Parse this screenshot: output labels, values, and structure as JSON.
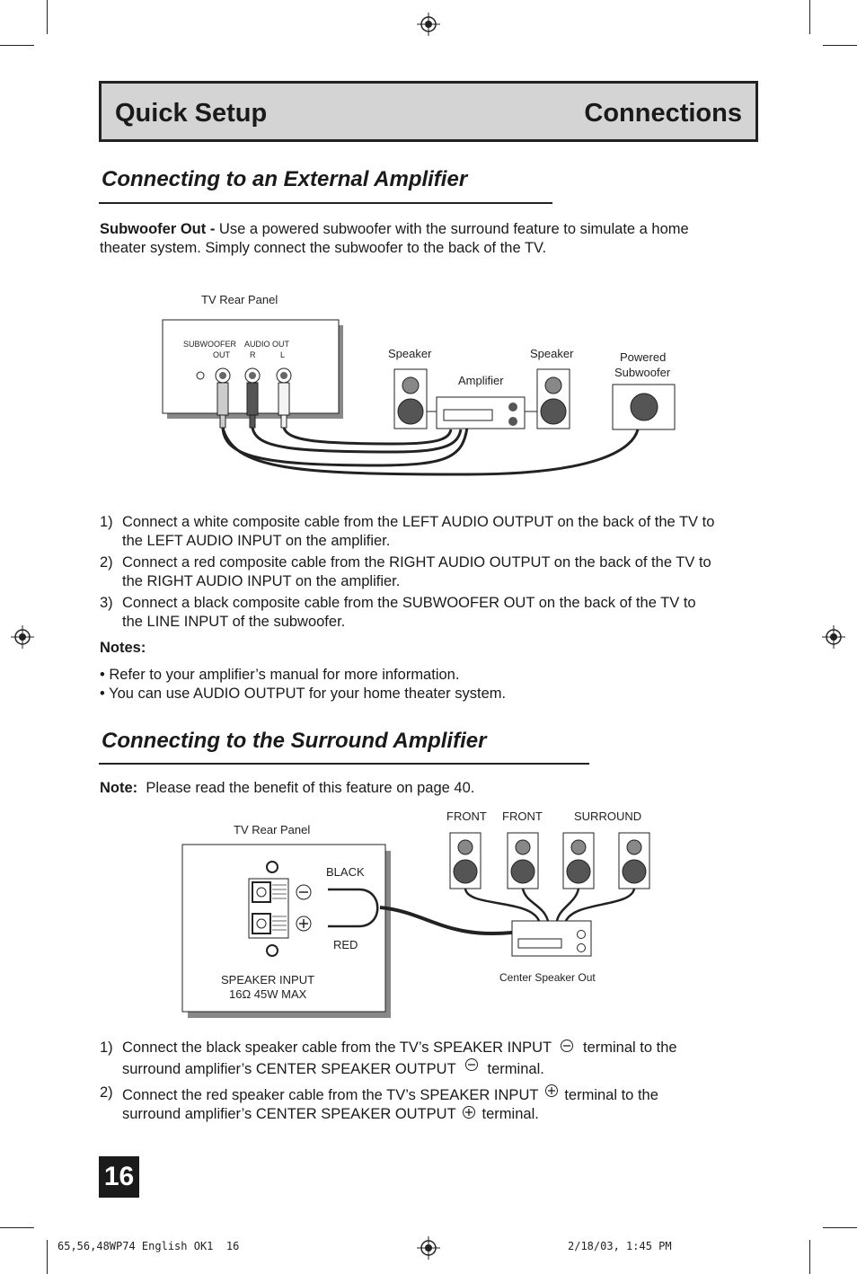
{
  "header": {
    "left_title": "Quick Setup",
    "right_title": "Connections"
  },
  "section1": {
    "title": "Connecting to an External Amplifier",
    "intro_bold": "Subwoofer Out - ",
    "intro_line1": "Use a powered subwoofer with the surround feature to simulate a home",
    "intro_line2": "theater system. Simply connect the subwoofer to the back of the TV.",
    "diagram": {
      "tv_label": "TV Rear Panel",
      "subwoofer_label": "SUBWOOFER",
      "out_label": "OUT",
      "audio_out_label": "AUDIO OUT",
      "r_label": "R",
      "l_label": "L",
      "speaker_left": "Speaker",
      "speaker_right": "Speaker",
      "amplifier": "Amplifier",
      "powered_line1": "Powered",
      "powered_line2": "Subwoofer"
    },
    "steps": [
      {
        "num": "1)",
        "line1": "Connect a white composite cable from the LEFT AUDIO OUTPUT on the back of the TV to",
        "line2": "the LEFT AUDIO INPUT on the amplifier."
      },
      {
        "num": "2)",
        "line1": "Connect a red composite cable from the RIGHT AUDIO OUTPUT on the back of the TV to",
        "line2": "the RIGHT AUDIO INPUT on the amplifier."
      },
      {
        "num": "3)",
        "line1": "Connect a black composite cable from the SUBWOOFER OUT on the back of the TV to",
        "line2": "the  LINE INPUT of the subwoofer."
      }
    ],
    "notes_title": "Notes:",
    "notes": [
      "Refer to your amplifier’s manual for more information.",
      "You can use AUDIO OUTPUT for your home theater system."
    ]
  },
  "section2": {
    "title": "Connecting to the Surround Amplifier",
    "note_bold": "Note:",
    "note_text": "Please read the benefit of this feature on page 40.",
    "diagram": {
      "tv_label": "TV Rear Panel",
      "black": "BLACK",
      "red": "RED",
      "speaker_input": "SPEAKER INPUT",
      "rating": "16Ω 45W MAX",
      "front1": "FRONT",
      "front2": "FRONT",
      "surround": "SURROUND",
      "center_out": "Center Speaker Out"
    },
    "steps": [
      {
        "num": "1)",
        "line1a": "Connect the black speaker cable from the TV’s SPEAKER INPUT",
        "line1b": "terminal to the",
        "line2a": "surround amplifier’s CENTER SPEAKER OUTPUT",
        "line2b": "terminal."
      },
      {
        "num": "2)",
        "line1a": "Connect the red speaker cable from the TV’s SPEAKER INPUT",
        "line1b": "terminal to the",
        "line2a": "surround amplifier’s CENTER SPEAKER OUTPUT",
        "line2b": "terminal."
      }
    ]
  },
  "page_number": "16",
  "footer": {
    "left": "65,56,48WP74 English OK1  16",
    "right": "2/18/03, 1:45 PM"
  }
}
